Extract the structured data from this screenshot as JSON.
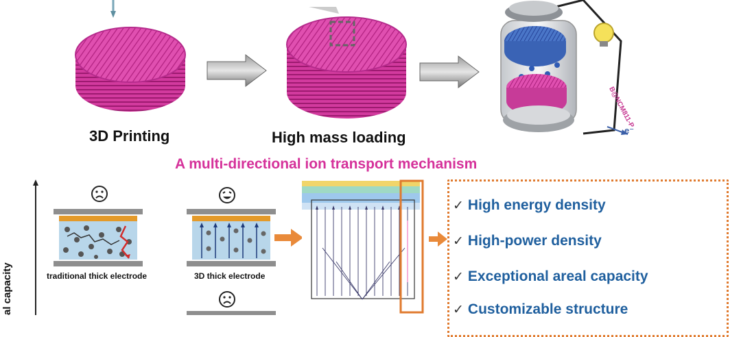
{
  "top": {
    "label_printing": "3D Printing",
    "label_loading": "High mass loading",
    "battery_label": "B@NCM811-P",
    "electron_label": "e⁻"
  },
  "mechanism_title": "A multi-directional ion transport mechanism",
  "axis_label": "al capacity",
  "electrodes": {
    "traditional": "traditional thick electrode",
    "three_d": "3D thick electrode"
  },
  "features": [
    "High energy density",
    "High-power density",
    "Exceptional areal capacity",
    "Customizable structure"
  ],
  "colors": {
    "magenta": "#d5319a",
    "title": "#d5319a",
    "feature_text": "#1f5f9e",
    "orange": "#e07a2e"
  }
}
